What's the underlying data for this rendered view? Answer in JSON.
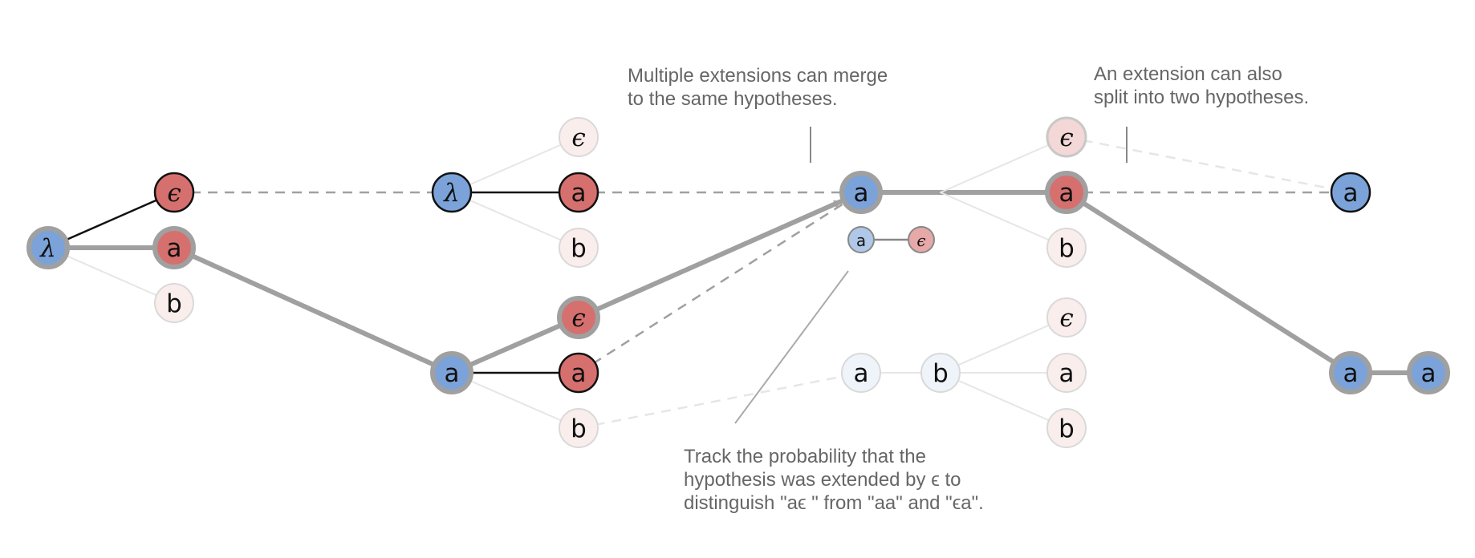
{
  "colors": {
    "blue": "#7ba3d9",
    "red": "#d6706e",
    "gray_edge": "#a0a0a0",
    "dark_edge": "#111111",
    "faint_edge": "#e6e6e6",
    "annotation_text": "#666666"
  },
  "annotations": {
    "merge": [
      "Multiple extensions can merge",
      "to the same hypotheses."
    ],
    "split": [
      "An extension can also",
      "split into two hypotheses."
    ],
    "track": [
      "Track the probability that the",
      "hypothesis was extended by ϵ to",
      "distinguish \"aϵ \" from \"aa\" and \"ϵa\"."
    ]
  },
  "nodes": [
    {
      "id": "n0",
      "label": "λ",
      "color": "blue",
      "style": "gray"
    },
    {
      "id": "n1",
      "label": "ϵ",
      "color": "red",
      "style": "dark"
    },
    {
      "id": "n2",
      "label": "a",
      "color": "red",
      "style": "gray"
    },
    {
      "id": "n3",
      "label": "b",
      "color": "red",
      "style": "faint"
    },
    {
      "id": "n4",
      "label": "λ",
      "color": "blue",
      "style": "dark"
    },
    {
      "id": "n5",
      "label": "ϵ",
      "color": "red",
      "style": "faint"
    },
    {
      "id": "n6",
      "label": "a",
      "color": "red",
      "style": "dark"
    },
    {
      "id": "n7",
      "label": "b",
      "color": "red",
      "style": "faint"
    },
    {
      "id": "n8",
      "label": "a",
      "color": "blue",
      "style": "gray"
    },
    {
      "id": "n9",
      "label": "ϵ",
      "color": "red",
      "style": "gray"
    },
    {
      "id": "n10",
      "label": "a",
      "color": "red",
      "style": "dark"
    },
    {
      "id": "n11",
      "label": "b",
      "color": "red",
      "style": "faint"
    },
    {
      "id": "n12",
      "label": "a",
      "color": "blue",
      "style": "gray"
    },
    {
      "id": "n13",
      "label": "a",
      "color": "blue",
      "style": "small"
    },
    {
      "id": "n14",
      "label": "ϵ",
      "color": "red",
      "style": "small"
    },
    {
      "id": "n15",
      "label": "a",
      "color": "blue",
      "style": "faint"
    },
    {
      "id": "n16",
      "label": "b",
      "color": "blue",
      "style": "faint"
    },
    {
      "id": "n17",
      "label": "ϵ",
      "color": "red",
      "style": "faint-strong"
    },
    {
      "id": "n18",
      "label": "a",
      "color": "red",
      "style": "gray"
    },
    {
      "id": "n19",
      "label": "b",
      "color": "red",
      "style": "faint"
    },
    {
      "id": "n20",
      "label": "ϵ",
      "color": "red",
      "style": "faint"
    },
    {
      "id": "n21",
      "label": "a",
      "color": "red",
      "style": "faint"
    },
    {
      "id": "n22",
      "label": "b",
      "color": "red",
      "style": "faint"
    },
    {
      "id": "n23",
      "label": "a",
      "color": "blue",
      "style": "dark"
    },
    {
      "id": "n24",
      "label": "a",
      "color": "blue",
      "style": "gray"
    },
    {
      "id": "n25",
      "label": "a",
      "color": "blue",
      "style": "gray"
    }
  ],
  "edges": [
    {
      "from": "n0",
      "to": "n1",
      "style": "dark"
    },
    {
      "from": "n0",
      "to": "n2",
      "style": "thick"
    },
    {
      "from": "n0",
      "to": "n3",
      "style": "faint"
    },
    {
      "from": "n1",
      "to": "n4",
      "style": "dashed"
    },
    {
      "from": "n2",
      "to": "n8",
      "style": "thick"
    },
    {
      "from": "n4",
      "to": "n5",
      "style": "faint"
    },
    {
      "from": "n4",
      "to": "n6",
      "style": "dark"
    },
    {
      "from": "n4",
      "to": "n7",
      "style": "faint"
    },
    {
      "from": "n6",
      "to": "n12",
      "style": "dashed"
    },
    {
      "from": "n8",
      "to": "n9",
      "style": "thick"
    },
    {
      "from": "n8",
      "to": "n10",
      "style": "dark"
    },
    {
      "from": "n8",
      "to": "n11",
      "style": "faint"
    },
    {
      "from": "n9",
      "to": "n12",
      "style": "thick-arrow"
    },
    {
      "from": "n10",
      "to": "n12",
      "style": "dashed"
    },
    {
      "from": "n11",
      "to": "n15",
      "style": "faint-dashed"
    },
    {
      "from": "n13",
      "to": "n14",
      "style": "medium"
    },
    {
      "from": "n15",
      "to": "n16",
      "style": "faint"
    },
    {
      "from": "n16",
      "to": "n20",
      "style": "faint"
    },
    {
      "from": "n16",
      "to": "n21",
      "style": "faint"
    },
    {
      "from": "n16",
      "to": "n22",
      "style": "faint"
    },
    {
      "from": "n12",
      "to": "n18",
      "style": "thick"
    },
    {
      "from": "n12",
      "to": "n17",
      "style": "faint-fork"
    },
    {
      "from": "n12",
      "to": "n19",
      "style": "faint-fork"
    },
    {
      "from": "n17",
      "to": "n23",
      "style": "faint-dashed"
    },
    {
      "from": "n18",
      "to": "n23",
      "style": "dashed"
    },
    {
      "from": "n18",
      "to": "n24",
      "style": "thick"
    },
    {
      "from": "n24",
      "to": "n25",
      "style": "thick"
    }
  ]
}
